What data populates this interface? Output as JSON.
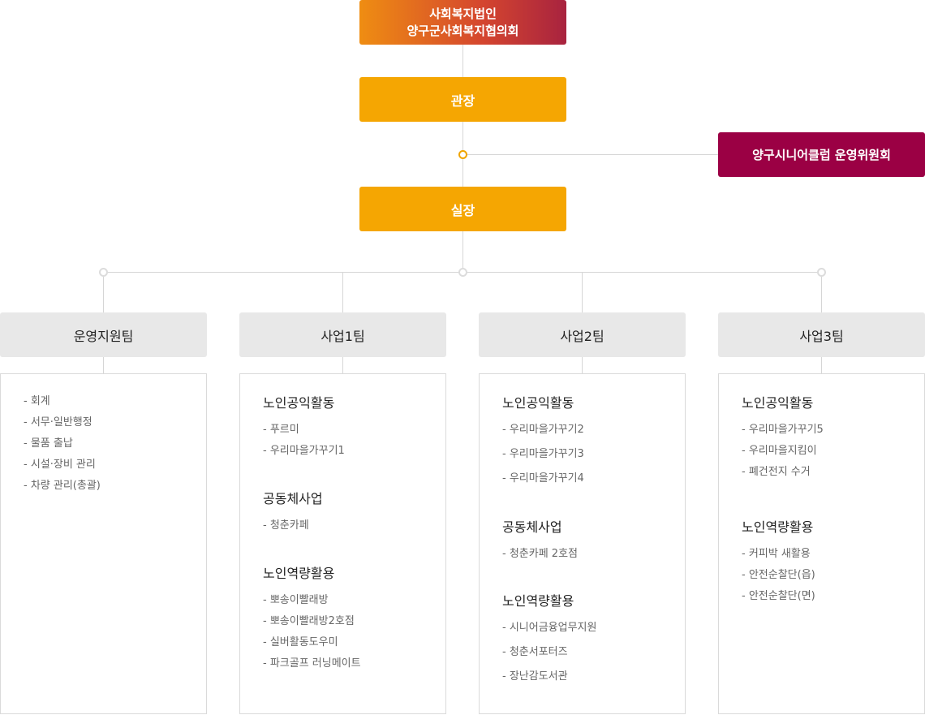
{
  "org": {
    "top": {
      "line1": "사회복지법인",
      "line2": "양구군사회복지협의회"
    },
    "director": "관장",
    "committee": "양구시니어클럽 운영위원회",
    "manager": "실장"
  },
  "teams": [
    {
      "name": "운영지원팀",
      "items": [
        "- 회계",
        "- 서무·일반행정",
        "- 물품 출납",
        "- 시설·장비 관리",
        "- 차량 관리(총괄)"
      ]
    },
    {
      "name": "사업1팀",
      "sections": [
        {
          "title": "노인공익활동",
          "items": [
            "- 푸르미",
            "- 우리마을가꾸기1"
          ]
        },
        {
          "title": "공동체사업",
          "items": [
            "- 청춘카페"
          ]
        },
        {
          "title": "노인역량활용",
          "items": [
            "- 뽀송이빨래방",
            "- 뽀송이빨래방2호점",
            "- 실버활동도우미",
            "- 파크골프 러닝메이트"
          ]
        }
      ]
    },
    {
      "name": "사업2팀",
      "sections": [
        {
          "title": "노인공익활동",
          "items": [
            "- 우리마을가꾸기2",
            "- 우리마을가꾸기3",
            "- 우리마을가꾸기4"
          ]
        },
        {
          "title": "공동체사업",
          "items": [
            "- 청춘카페 2호점"
          ]
        },
        {
          "title": "노인역량활용",
          "items": [
            "- 시니어금융업무지원",
            "- 청춘서포터즈",
            "- 장난감도서관"
          ]
        }
      ]
    },
    {
      "name": "사업3팀",
      "sections": [
        {
          "title": "노인공익활동",
          "items": [
            "- 우리마을가꾸기5",
            "- 우리마을지킴이",
            "- 폐건전지 수거"
          ]
        },
        {
          "title": "노인역량활용",
          "items": [
            "- 커피박 새활용",
            "- 안전순찰단(읍)",
            "- 안전순찰단(면)"
          ]
        }
      ]
    }
  ]
}
